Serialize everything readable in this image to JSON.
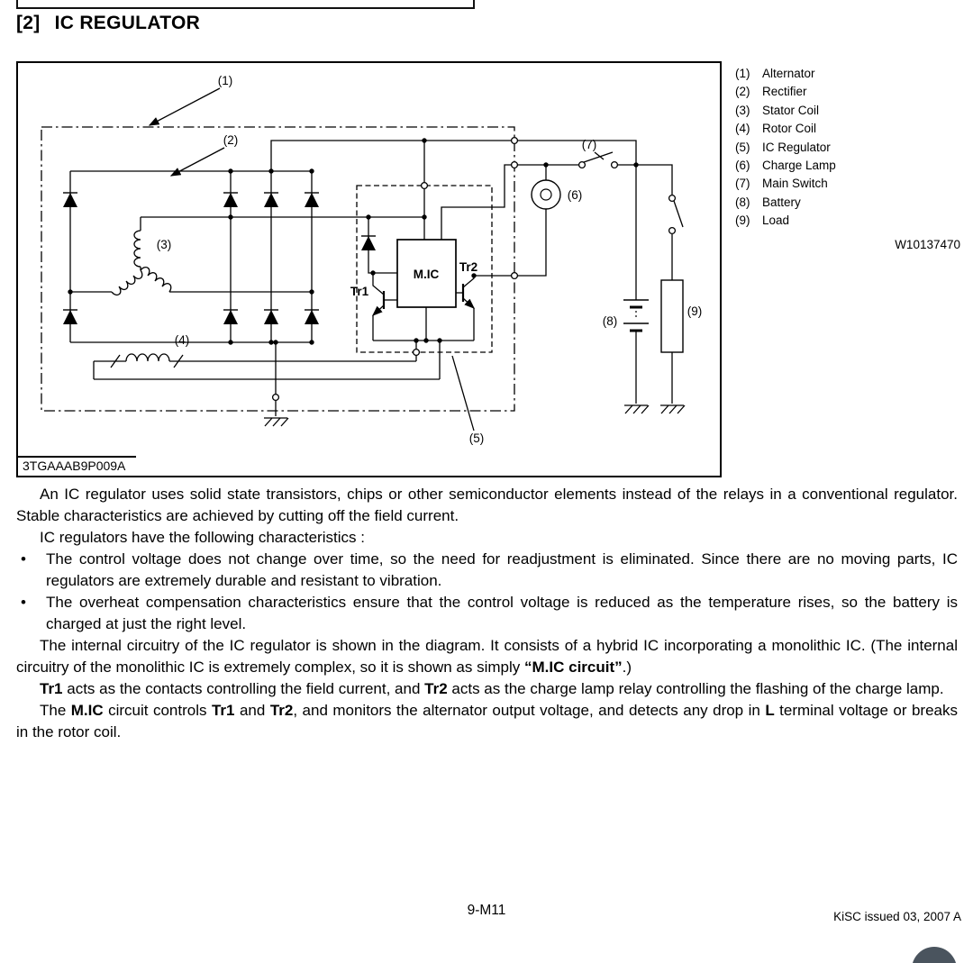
{
  "page": {
    "heading_num": "[2]",
    "heading_text": "IC REGULATOR",
    "figure_code": "3TGAAAB9P009A",
    "ref_code": "W10137470",
    "page_number": "9-M11",
    "footer_note": "KiSC issued 03, 2007 A"
  },
  "colors": {
    "ink": "#000000",
    "paper": "#ffffff",
    "corner_button": "#4a545e"
  },
  "legend": {
    "items": [
      {
        "num": "(1)",
        "label": "Alternator"
      },
      {
        "num": "(2)",
        "label": "Rectifier"
      },
      {
        "num": "(3)",
        "label": "Stator Coil"
      },
      {
        "num": "(4)",
        "label": "Rotor Coil"
      },
      {
        "num": "(5)",
        "label": "IC Regulator"
      },
      {
        "num": "(6)",
        "label": "Charge Lamp"
      },
      {
        "num": "(7)",
        "label": "Main Switch"
      },
      {
        "num": "(8)",
        "label": "Battery"
      },
      {
        "num": "(9)",
        "label": "Load"
      }
    ]
  },
  "diagram": {
    "callouts": {
      "c1": "(1)",
      "c2": "(2)",
      "c3": "(3)",
      "c4": "(4)",
      "c5": "(5)",
      "c6": "(6)",
      "c7": "(7)",
      "c8": "(8)",
      "c9": "(9)"
    },
    "mic": "M.IC",
    "tr1": "Tr1",
    "tr2": "Tr2"
  },
  "body": {
    "p1": "An IC regulator uses solid state transistors, chips or other semiconductor elements instead of the relays in a conventional regulator.  Stable characteristics are achieved by cutting off the field current.",
    "p2": "IC regulators have the following characteristics :",
    "bullet_marker": "•",
    "bullets": [
      "The control voltage does not change over time, so the need for readjustment is eliminated.  Since there are no moving parts, IC regulators are extremely durable and resistant to vibration.",
      "The overheat compensation characteristics ensure that the control voltage is reduced as the temperature rises, so the battery is charged at just the right level."
    ],
    "p3": [
      "The internal circuitry of the IC regulator is shown in the diagram.  It consists of a hybrid IC incorporating a monolithic IC.  (The internal circuitry of the monolithic IC is extremely complex, so it is shown as simply ",
      "“M.IC circuit”",
      ".)"
    ],
    "p4": [
      "Tr1",
      " acts as the contacts controlling the field current, and ",
      "Tr2",
      " acts as the charge lamp relay controlling the flashing of the charge lamp."
    ],
    "p5": [
      "The ",
      "M.IC",
      " circuit controls ",
      "Tr1",
      " and ",
      "Tr2",
      ", and monitors the alternator output voltage, and detects any drop in ",
      "L",
      " terminal voltage or breaks in the rotor coil."
    ]
  }
}
